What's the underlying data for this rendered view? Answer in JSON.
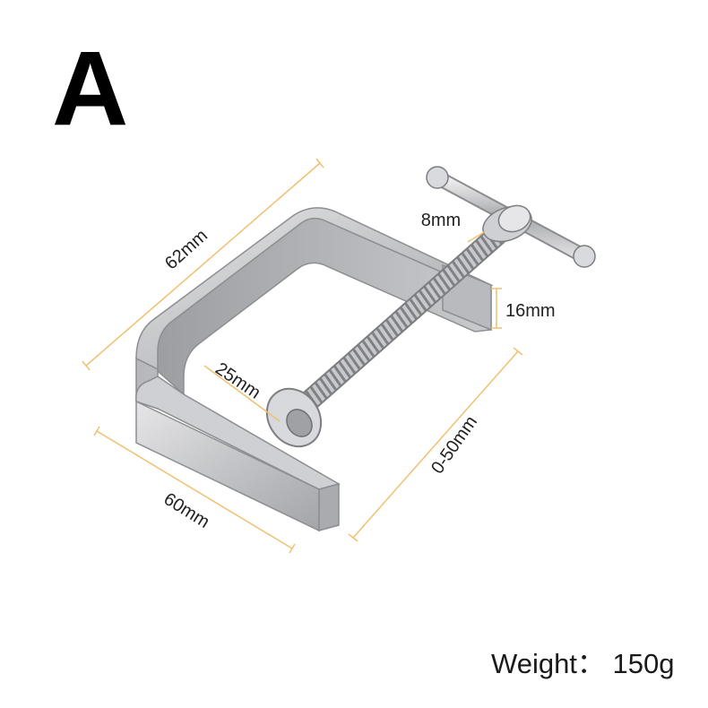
{
  "variant_label": "A",
  "dimensions": {
    "frame_length": "62mm",
    "screw_diameter": "8mm",
    "arm_thickness": "16mm",
    "pad_diameter": "25mm",
    "clamp_range": "0-50mm",
    "frame_width": "60mm"
  },
  "weight_text": "Weight： 150g",
  "colors": {
    "dimension_line": "#f0c070",
    "metal_light": "#dcdcde",
    "metal_mid": "#b4b5b8",
    "metal_dark": "#85878b"
  }
}
